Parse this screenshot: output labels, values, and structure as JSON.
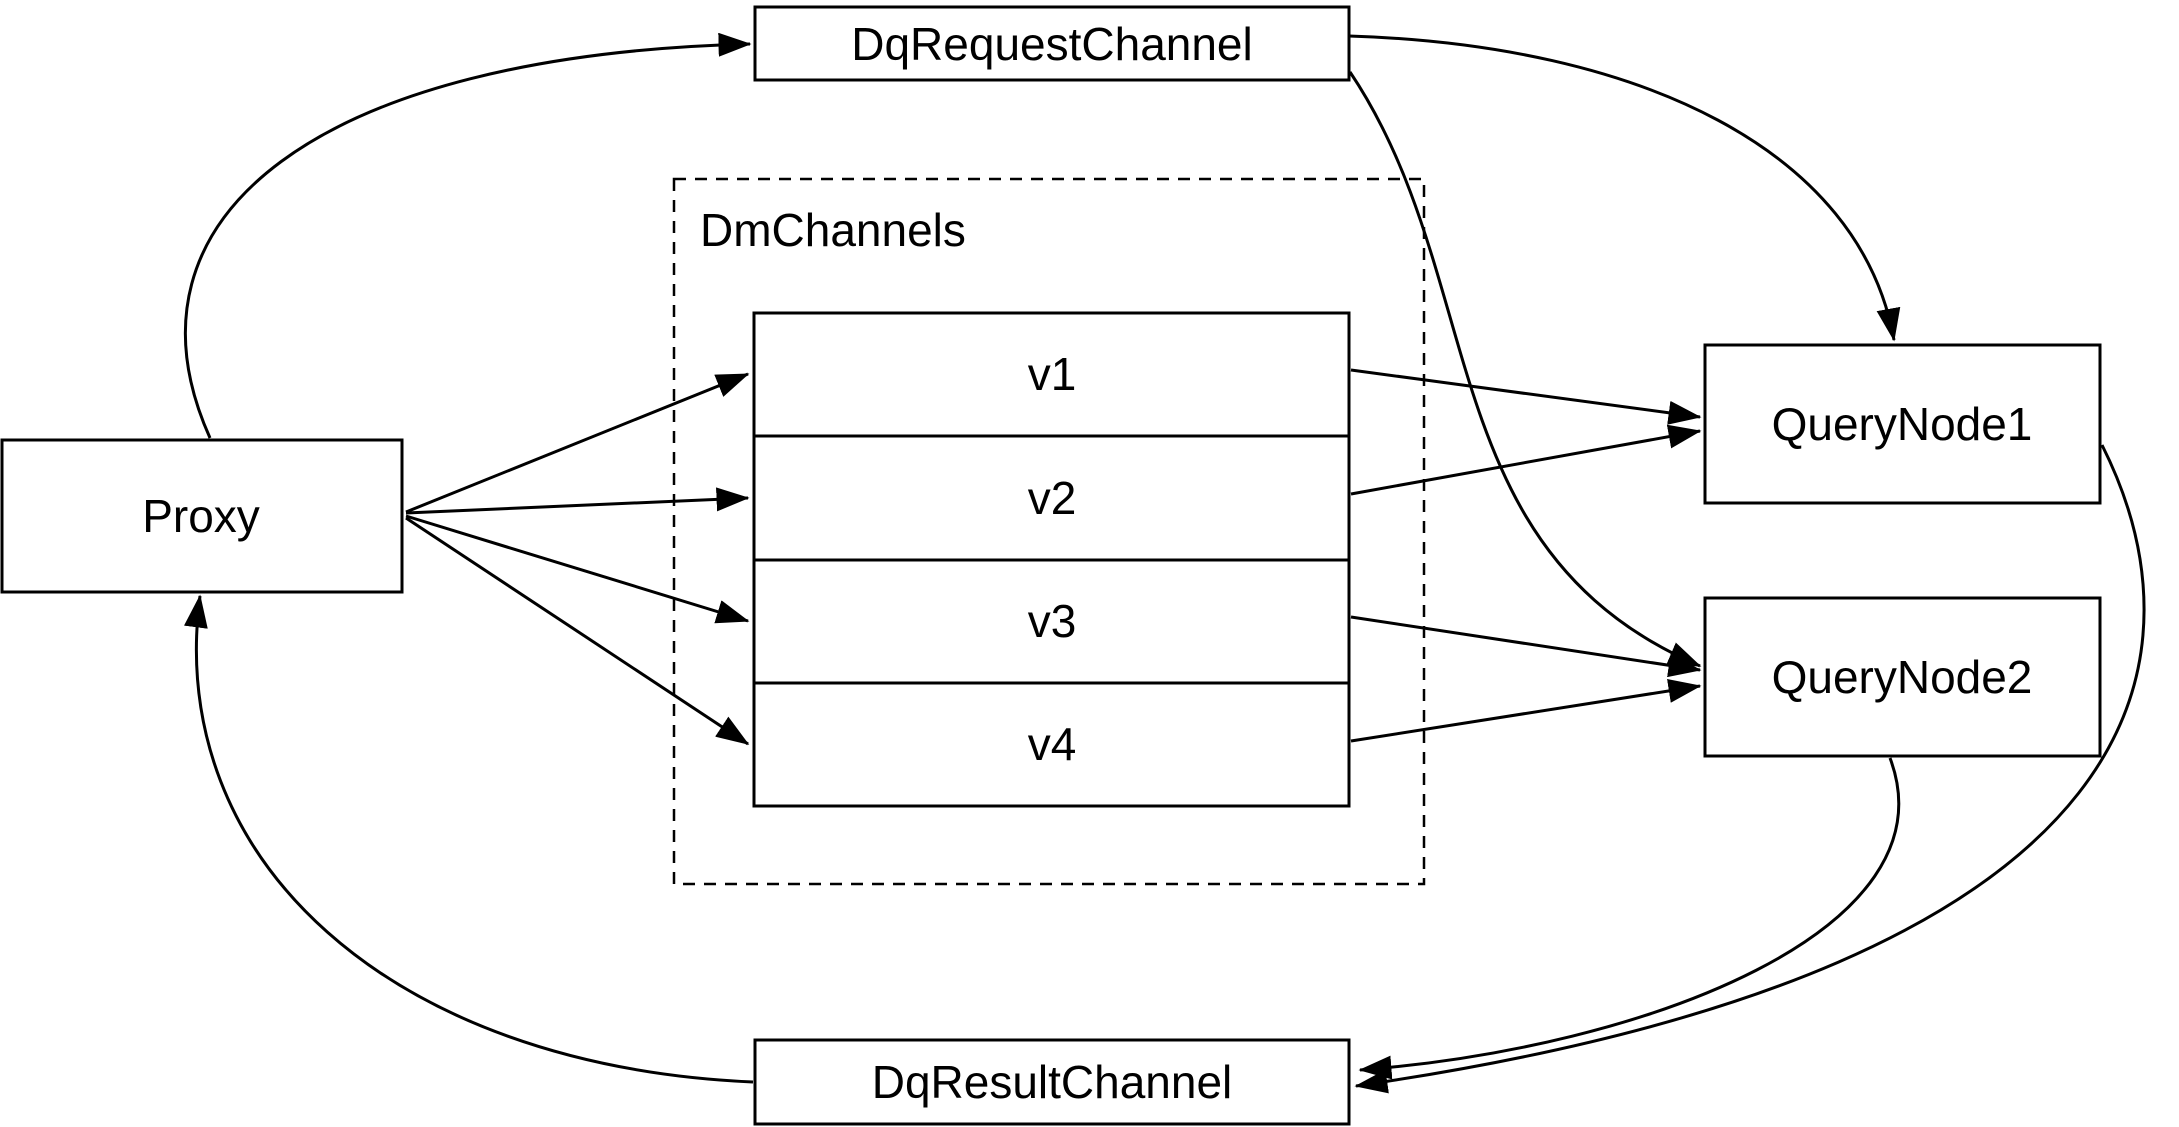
{
  "diagram": {
    "nodes": {
      "proxy": {
        "label": "Proxy"
      },
      "dq_request_channel": {
        "label": "DqRequestChannel"
      },
      "dm_channels": {
        "label": "DmChannels",
        "channels": [
          "v1",
          "v2",
          "v3",
          "v4"
        ]
      },
      "query_node_1": {
        "label": "QueryNode1"
      },
      "query_node_2": {
        "label": "QueryNode2"
      },
      "dq_result_channel": {
        "label": "DqResultChannel"
      }
    },
    "edges": [
      {
        "from": "Proxy",
        "to": "DqRequestChannel"
      },
      {
        "from": "DqRequestChannel",
        "to": "QueryNode1"
      },
      {
        "from": "DqRequestChannel",
        "to": "QueryNode2"
      },
      {
        "from": "Proxy",
        "to": "v1"
      },
      {
        "from": "Proxy",
        "to": "v2"
      },
      {
        "from": "Proxy",
        "to": "v3"
      },
      {
        "from": "Proxy",
        "to": "v4"
      },
      {
        "from": "v1",
        "to": "QueryNode1"
      },
      {
        "from": "v2",
        "to": "QueryNode1"
      },
      {
        "from": "v3",
        "to": "QueryNode2"
      },
      {
        "from": "v4",
        "to": "QueryNode2"
      },
      {
        "from": "QueryNode1",
        "to": "DqResultChannel"
      },
      {
        "from": "QueryNode2",
        "to": "DqResultChannel"
      },
      {
        "from": "DqResultChannel",
        "to": "Proxy"
      }
    ],
    "colors": {
      "stroke": "#000000",
      "background": "#ffffff",
      "node_fill": "#ffffff"
    }
  }
}
